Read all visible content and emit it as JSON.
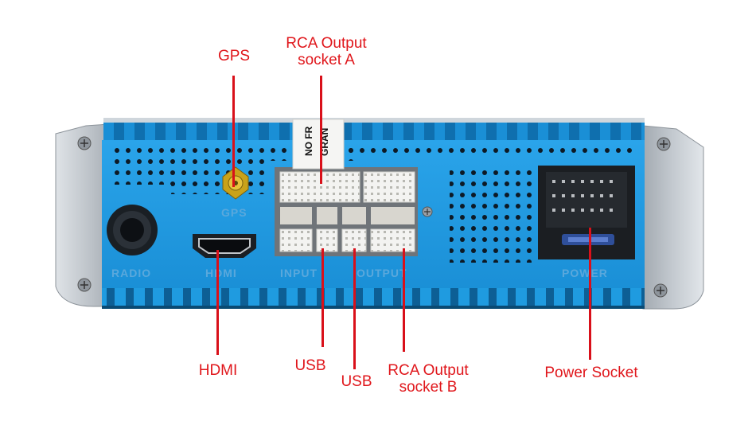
{
  "labels": {
    "gps": "GPS",
    "rca_a_line1": "RCA Output",
    "rca_a_line2": "socket A",
    "hdmi": "HDMI",
    "usb_1": "USB",
    "usb_2": "USB",
    "rca_b_line1": "RCA Output",
    "rca_b_line2": "socket B",
    "power_socket": "Power Socket"
  },
  "case_markings": {
    "gps": "GPS",
    "radio": "RADIO",
    "hdmi": "HDMI",
    "input": "INPUT",
    "output": "OUTPUT",
    "power": "POWER"
  },
  "sticker": {
    "line1": "NO FR",
    "line2": "GRAN"
  },
  "colors": {
    "label_red": "#e0161b",
    "case_blue": "#1f9be0",
    "bracket_silver": "#c9ced3"
  }
}
